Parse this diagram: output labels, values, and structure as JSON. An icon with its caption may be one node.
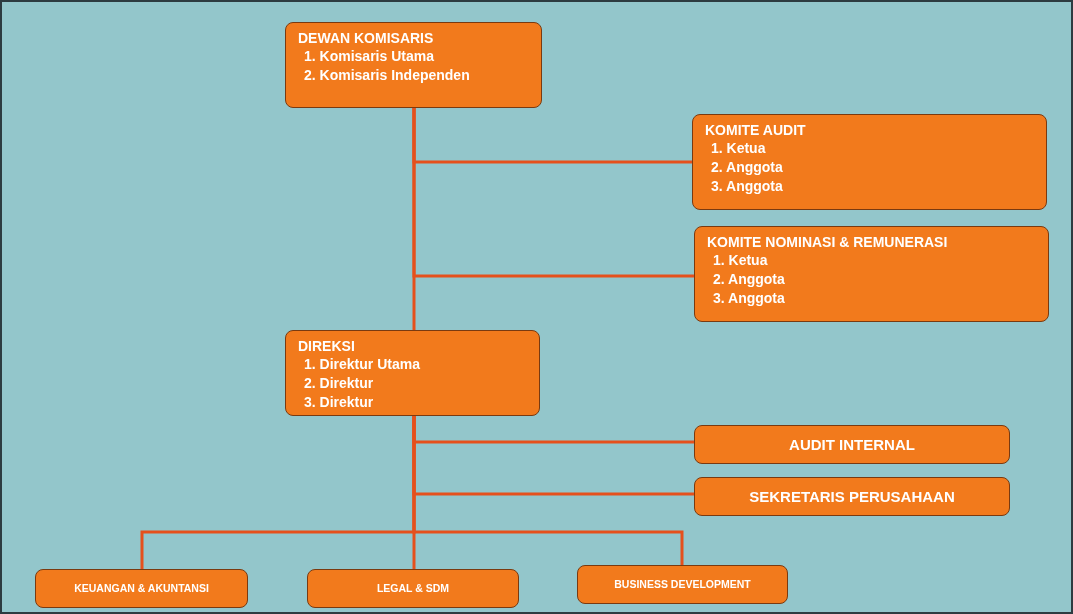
{
  "diagram": {
    "nodes": [
      {
        "text": [
          "DEWAN KOMISARIS",
          "1. Komisaris Utama",
          "2. Komisaris Independen"
        ]
      },
      {
        "text": [
          "KOMITE AUDIT",
          "1. Ketua",
          "2. Anggota",
          "3. Anggota"
        ]
      },
      {
        "text": [
          "KOMITE NOMINASI & REMUNERASI",
          "1. Ketua",
          "2. Anggota",
          "3. Anggota"
        ]
      },
      {
        "text": [
          "DIREKSI",
          "1. Direktur Utama",
          "2. Direktur",
          "3. Direktur"
        ]
      },
      {
        "text": [
          "AUDIT INTERNAL"
        ]
      },
      {
        "text": [
          "SEKRETARIS PERUSAHAAN"
        ]
      },
      {
        "text": [
          "KEUANGAN & AKUNTANSI"
        ]
      },
      {
        "text": [
          "LEGAL & SDM"
        ]
      },
      {
        "text": [
          "BUSINESS DEVELOPMENT"
        ]
      }
    ],
    "edges": [
      {
        "from": 0,
        "to": 1,
        "arrow": "none"
      },
      {
        "from": 0,
        "to": 2,
        "arrow": "none"
      },
      {
        "from": 0,
        "to": 3,
        "arrow": "none"
      },
      {
        "from": 3,
        "to": 4,
        "arrow": "none"
      },
      {
        "from": 3,
        "to": 5,
        "arrow": "none"
      },
      {
        "from": 3,
        "to": 6,
        "arrow": "none"
      },
      {
        "from": 3,
        "to": 7,
        "arrow": "none"
      },
      {
        "from": 3,
        "to": 8,
        "arrow": "none"
      }
    ]
  }
}
